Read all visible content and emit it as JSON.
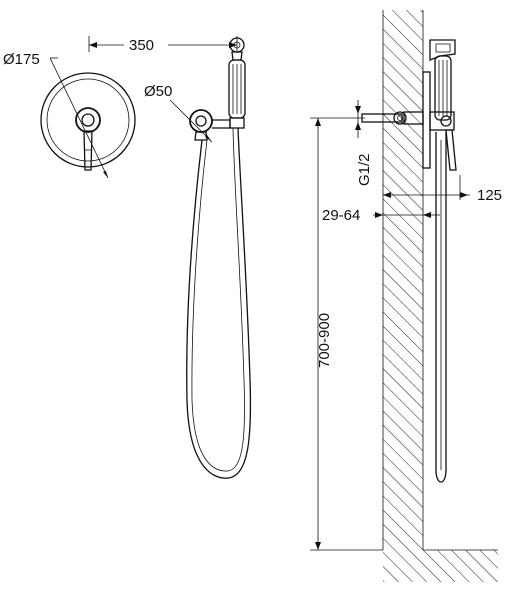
{
  "drawing": {
    "dimensions": {
      "flange_diameter": "Ø175",
      "bracket_diameter": "Ø50",
      "horizontal_spacing": "350",
      "thread": "G1/2",
      "wall_depth": "29-64",
      "projection": "125",
      "height_range": "700-900"
    }
  }
}
